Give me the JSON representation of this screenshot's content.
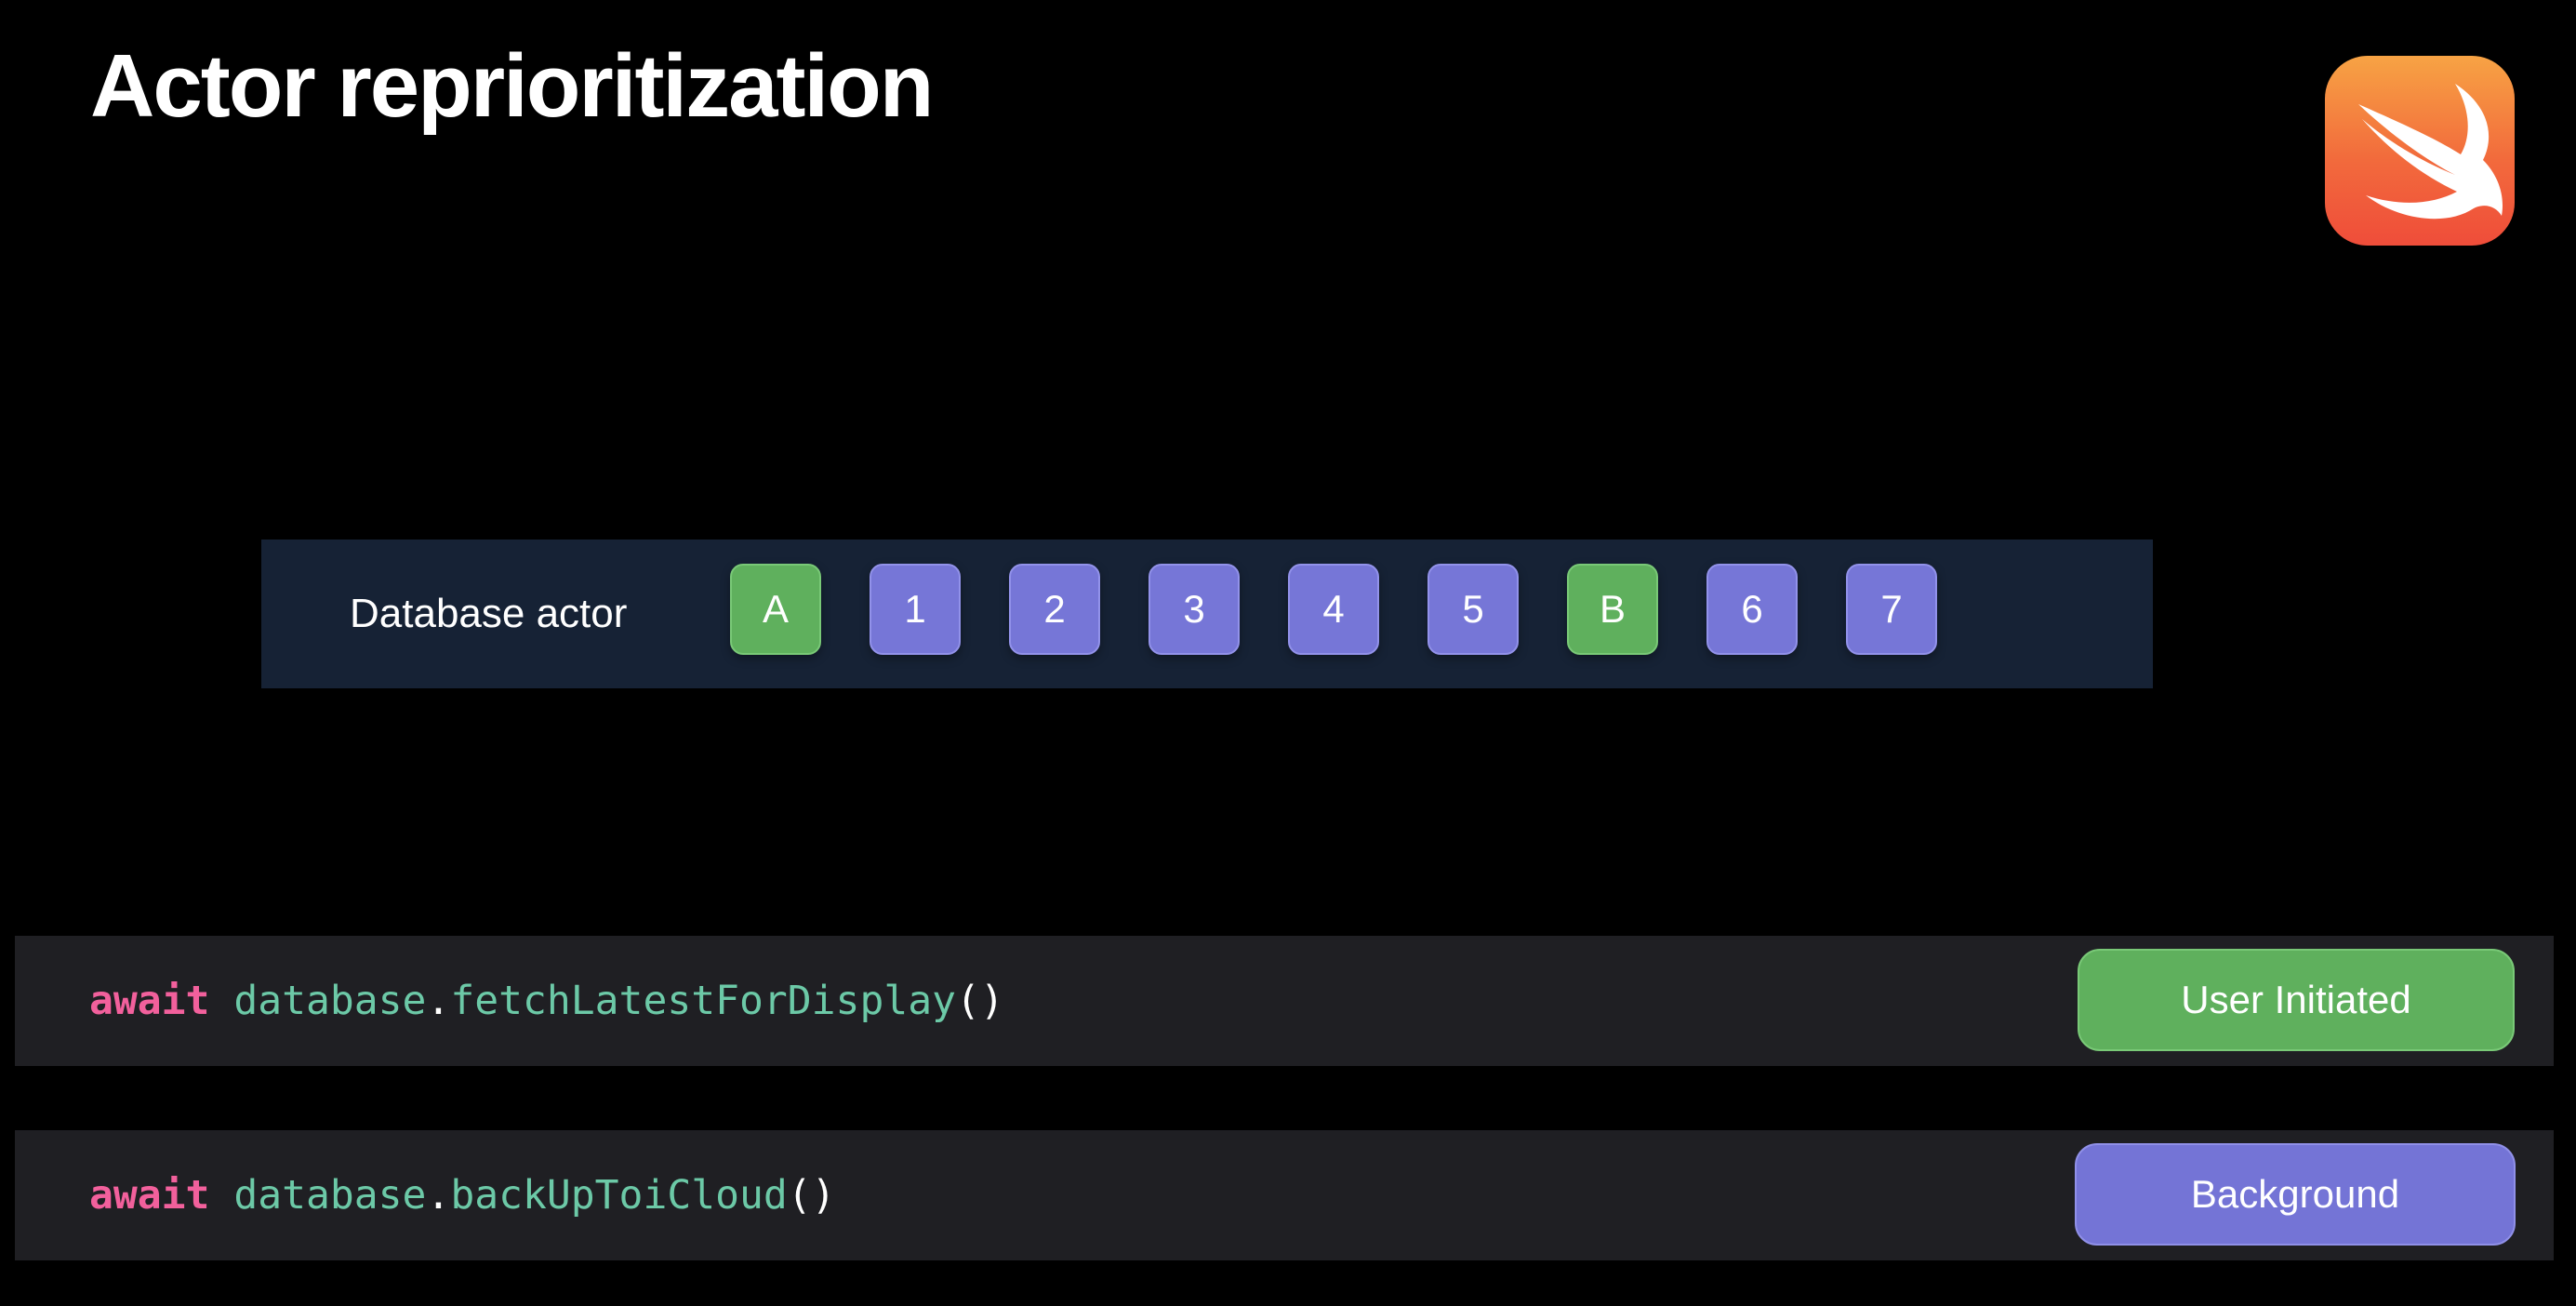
{
  "slide": {
    "title": "Actor reprioritization"
  },
  "logo": {
    "icon": "swift-logo-icon"
  },
  "actor_queue": {
    "label": "Database actor",
    "tasks": [
      {
        "label": "A",
        "color": "#5fb05d"
      },
      {
        "label": "1",
        "color": "#7676d7"
      },
      {
        "label": "2",
        "color": "#7676d7"
      },
      {
        "label": "3",
        "color": "#7676d7"
      },
      {
        "label": "4",
        "color": "#7676d7"
      },
      {
        "label": "5",
        "color": "#7676d7"
      },
      {
        "label": "B",
        "color": "#5fb05d"
      },
      {
        "label": "6",
        "color": "#7676d7"
      },
      {
        "label": "7",
        "color": "#7676d7"
      }
    ]
  },
  "code_rows": [
    {
      "keyword": "await",
      "object": "database",
      "dot": ".",
      "method": "fetchLatestForDisplay",
      "parens": "()",
      "priority": "User Initiated",
      "priority_color": "#5fb05d"
    },
    {
      "keyword": "await",
      "object": "database",
      "dot": ".",
      "method": "backUpToiCloud",
      "parens": "()",
      "priority": "Background",
      "priority_color": "#7474d6"
    }
  ],
  "colors": {
    "background": "#000000",
    "actor_bar": "#162235",
    "code_row": "#1f1f23",
    "keyword": "#f2609c",
    "identifier": "#6cc9a7"
  }
}
